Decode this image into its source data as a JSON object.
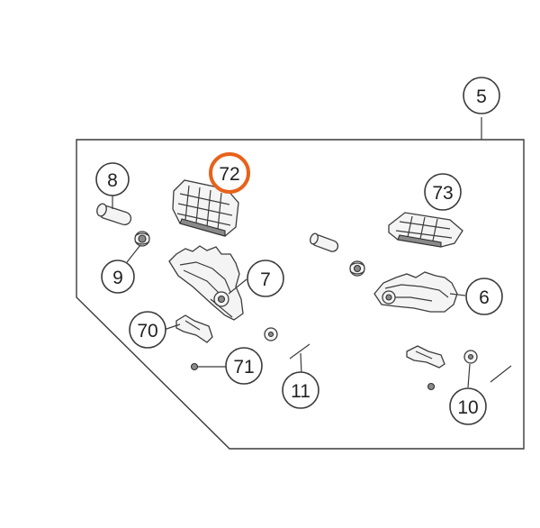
{
  "highlight_color": "#e8621a",
  "callouts": {
    "assembly": "5",
    "lock_pin": "8",
    "spring": "9",
    "footpeg_left": "7",
    "footpeg_right": "6",
    "rubber_insert_highlighted": "72",
    "rubber_insert": "73",
    "bracket": "70",
    "nut": "71",
    "cotter_pin": "11",
    "washer": "10"
  }
}
